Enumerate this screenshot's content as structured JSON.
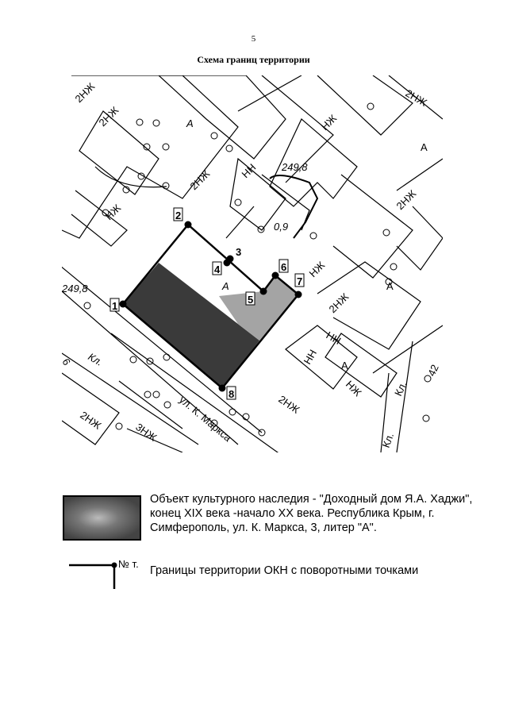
{
  "page_number": "5",
  "title": "Схема границ территории",
  "map": {
    "point_labels": [
      "1",
      "2",
      "3",
      "4",
      "5",
      "6",
      "7",
      "8"
    ],
    "labels": [
      "2НЖ",
      "2НЖ",
      "2НЖ",
      "НЖ",
      "НН",
      "НЖ",
      "249,8",
      "0,9",
      "А",
      "А",
      "А",
      "А",
      "А",
      "2НЖ",
      "2НЖ",
      "НЖ",
      "2НЖ",
      "НН",
      "НН",
      "НЖ",
      "249,8",
      "Кл.",
      "Кл.",
      "42",
      "2НЖ",
      "3НЖ",
      "ул. К. Маркса",
      "6",
      "Кл."
    ],
    "colors": {
      "object_fill": "#3a3a3a",
      "object_fill_light": "#9a9a9a",
      "boundary": "#000000"
    }
  },
  "legend": {
    "object_text": "Объект культурного наследия - \"Доходный дом Я.А. Хаджи\", конец XIX века -начало XX века. Республика Крым, г. Симферополь, ул. К. Маркса, 3, литер  \"А\".",
    "boundary_marker": "№ т.",
    "boundary_text": "Границы территории ОКН с поворотными точками"
  }
}
